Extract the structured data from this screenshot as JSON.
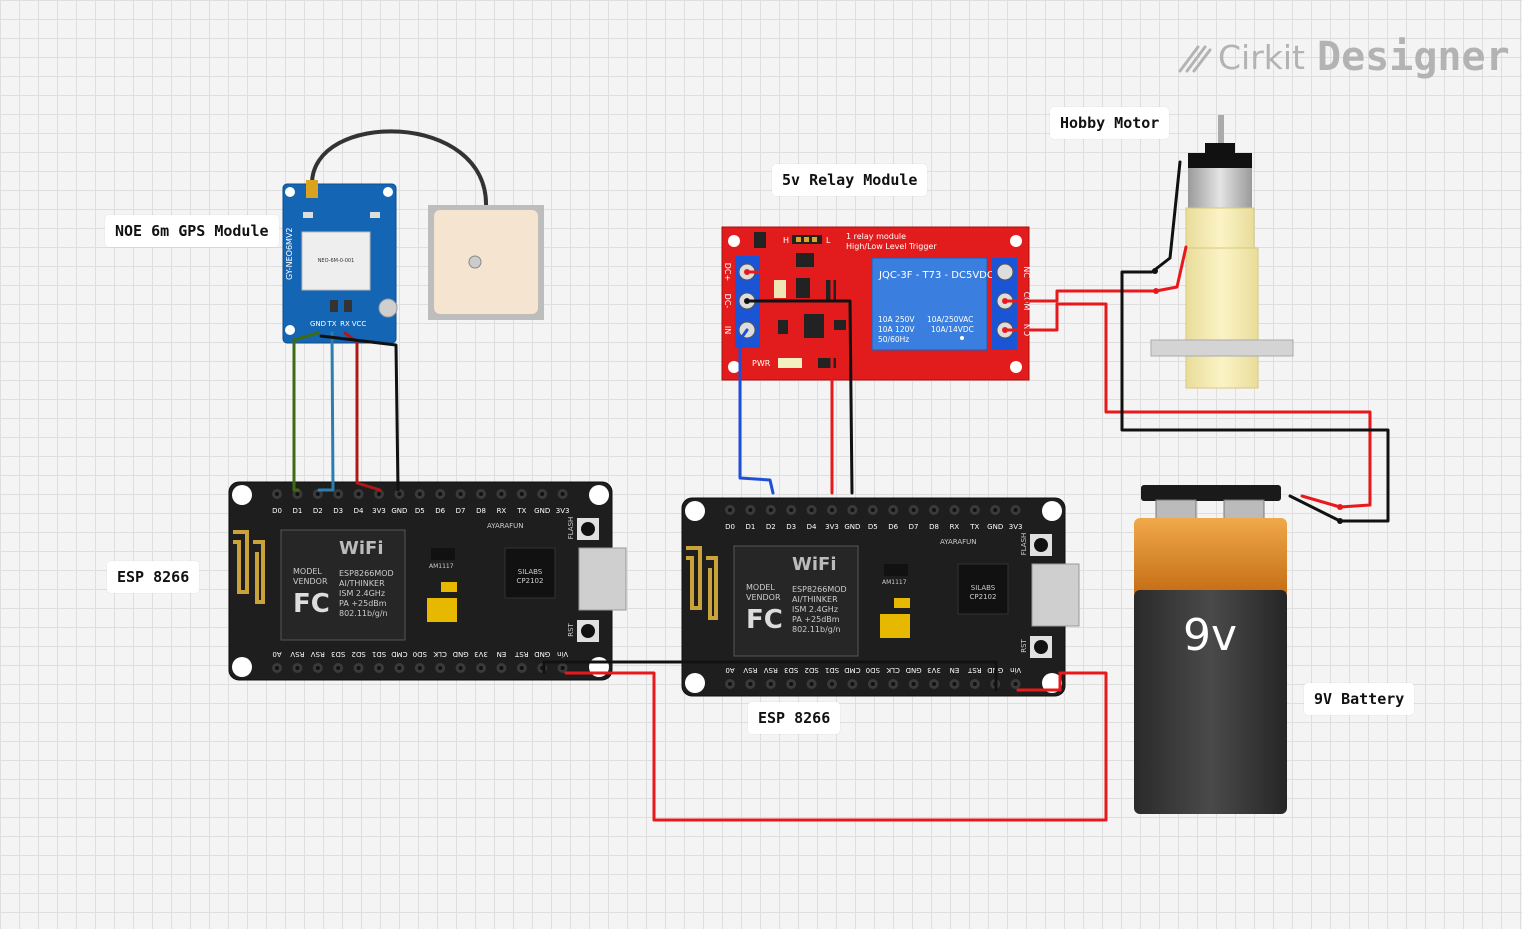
{
  "brand": {
    "name_light": "Cirkit",
    "name_bold": "Designer",
    "icon": "pencil-slash-icon"
  },
  "labels": {
    "gps": "NOE 6m GPS Module",
    "relay": "5v Relay Module",
    "motor": "Hobby Motor",
    "esp_left": "ESP 8266",
    "esp_right": "ESP 8266",
    "battery": "9V Battery"
  },
  "gps_module": {
    "model": "GY-NEO6MV2",
    "chip": "NEO-6M-0-001",
    "pins": [
      "GND",
      "TX",
      "RX",
      "VCC"
    ]
  },
  "relay_module": {
    "title_line1": "1 relay module",
    "title_line2": "High/Low Level Trigger",
    "jumper": [
      "H",
      "L"
    ],
    "relay_model": "JQC-3F - T73 - DC5VDC",
    "spec_left": [
      "10A 250V",
      "10A 120V",
      "50/60Hz"
    ],
    "spec_right": [
      "10A/250VAC",
      "10A/14VDC"
    ],
    "input_pins": [
      "DC+",
      "DC-",
      "IN"
    ],
    "output_pins": [
      "NC",
      "COM",
      "NO"
    ],
    "pwr_label": "PWR"
  },
  "esp_board": {
    "top_pins": [
      "D0",
      "D1",
      "D2",
      "D3",
      "D4",
      "3V3",
      "GND",
      "D5",
      "D6",
      "D7",
      "D8",
      "RX",
      "TX",
      "GND",
      "3V3"
    ],
    "bottom_pins": [
      "A0",
      "RSV",
      "RSV",
      "SD3",
      "SD2",
      "SD1",
      "CMD",
      "SD0",
      "CLK",
      "GND",
      "3V3",
      "EN",
      "RST",
      "GND",
      "Vin"
    ],
    "wifi": "WiFi",
    "module_lines": [
      "ESP8266MOD",
      "AI/THINKER",
      "ISM 2.4GHz",
      "PA +25dBm",
      "802.11b/g/n"
    ],
    "model_vendor": [
      "MODEL",
      "VENDOR"
    ],
    "fc": "FC",
    "regulator": "AM1117",
    "maker": "AYARAFUN",
    "usb_chip": [
      "SILABS",
      "CP2102"
    ],
    "flash": "FLASH",
    "rst": "RST"
  },
  "battery": {
    "voltage": "9v"
  },
  "colors": {
    "wire_red": "#e8191c",
    "wire_black": "#111111",
    "wire_blue": "#1f4fd6",
    "wire_green": "#3d6b13",
    "wire_teal": "#2a7fb0",
    "wire_darkred": "#b01818"
  }
}
